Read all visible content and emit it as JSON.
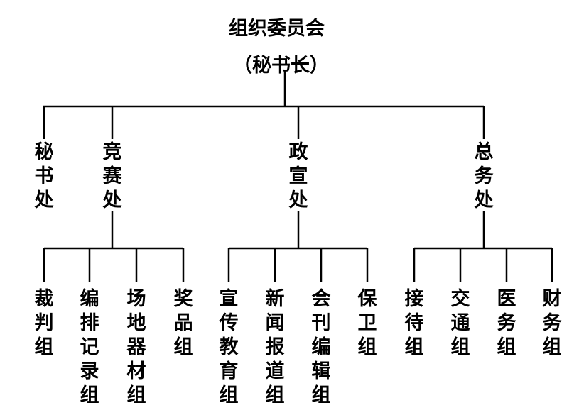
{
  "root": {
    "title": "组织委员会",
    "subtitle": "（秘书长）"
  },
  "departments": [
    {
      "name": "秘书处",
      "groups": []
    },
    {
      "name": "竞赛处",
      "groups": [
        "裁判组",
        "编排记录组",
        "场地器材组",
        "奖品组"
      ]
    },
    {
      "name": "政宣处",
      "groups": [
        "宣传教育组",
        "新闻报道组",
        "会刊编辑组",
        "保卫组"
      ]
    },
    {
      "name": "总务处",
      "groups": [
        "接待组",
        "交通组",
        "医务组",
        "财务组"
      ]
    }
  ]
}
